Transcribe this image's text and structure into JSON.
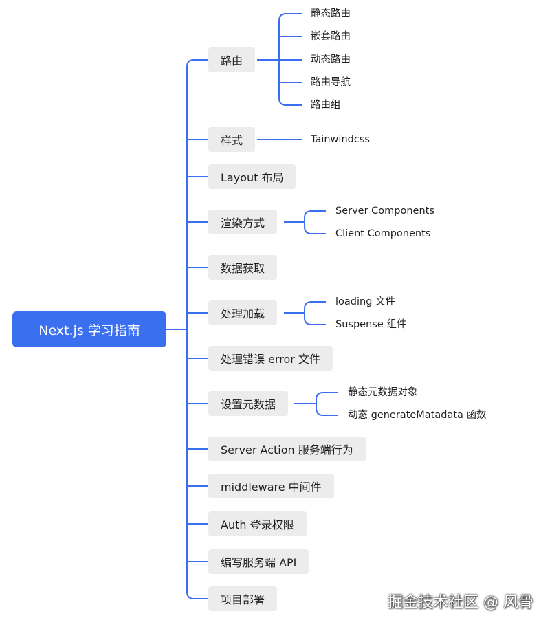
{
  "root": {
    "label": "Next.js 学习指南"
  },
  "branches": [
    {
      "label": "路由",
      "children": [
        "静态路由",
        "嵌套路由",
        "动态路由",
        "路由导航",
        "路由组"
      ]
    },
    {
      "label": "样式",
      "children": [
        "Tainwindcss"
      ]
    },
    {
      "label": "Layout 布局",
      "children": []
    },
    {
      "label": "渲染方式",
      "children": [
        "Server Components",
        "Client Components"
      ]
    },
    {
      "label": "数据获取",
      "children": []
    },
    {
      "label": "处理加载",
      "children": [
        "loading 文件",
        "Suspense 组件"
      ]
    },
    {
      "label": "处理错误 error 文件",
      "children": []
    },
    {
      "label": "设置元数据",
      "children": [
        "静态元数据对象",
        "动态 generateMatadata 函数"
      ]
    },
    {
      "label": "Server Action 服务端行为",
      "children": []
    },
    {
      "label": "middleware 中间件",
      "children": []
    },
    {
      "label": "Auth 登录权限",
      "children": []
    },
    {
      "label": "编写服务端 API",
      "children": []
    },
    {
      "label": "项目部署",
      "children": []
    }
  ],
  "watermark": "掘金技术社区 @ 风骨",
  "colors": {
    "line": "#3a6ff0",
    "root_bg": "#3a6ff0",
    "branch_bg": "#ececec"
  }
}
